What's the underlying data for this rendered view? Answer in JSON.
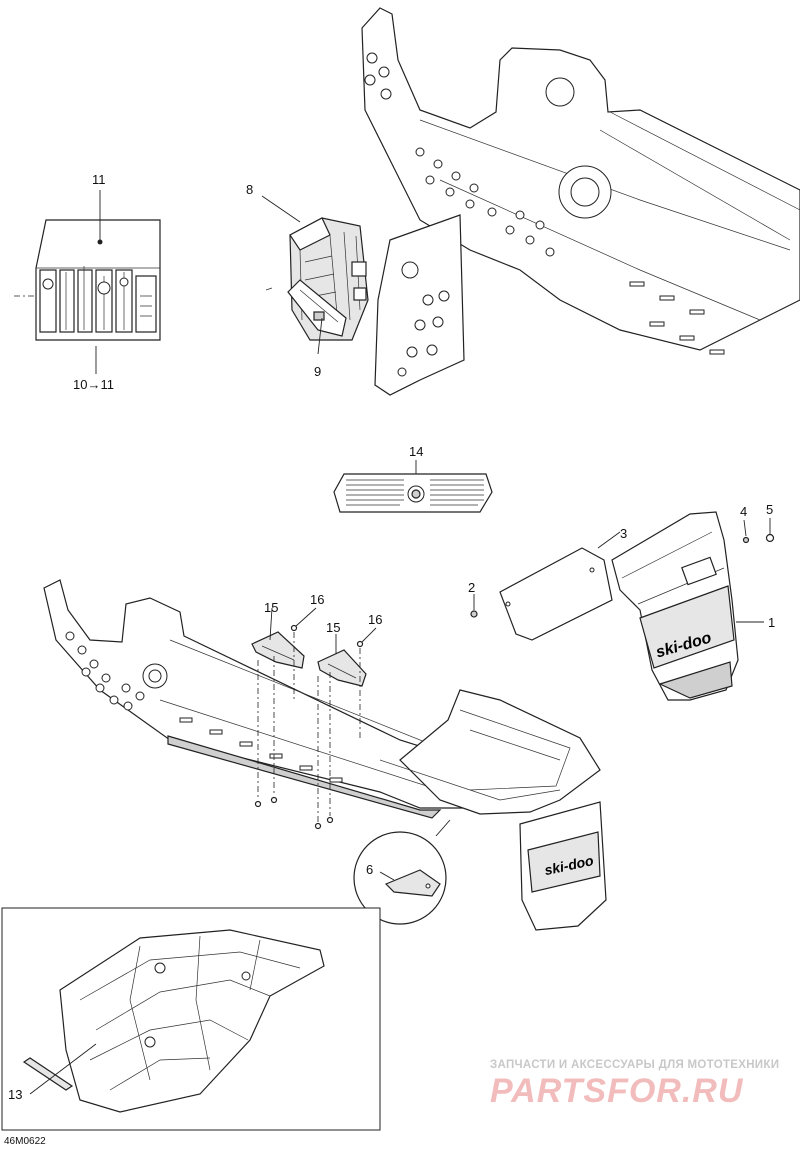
{
  "diagram_code": "46M0622",
  "watermark": {
    "tagline": "ЗАПЧАСТИ И АКСЕССУАРЫ ДЛЯ МОТОТЕХНИКИ",
    "brand": "PARTSFOR.RU"
  },
  "callouts": [
    {
      "id": "c1",
      "label": "1"
    },
    {
      "id": "c2",
      "label": "2"
    },
    {
      "id": "c3",
      "label": "3"
    },
    {
      "id": "c4",
      "label": "4"
    },
    {
      "id": "c5",
      "label": "5"
    },
    {
      "id": "c6",
      "label": "6"
    },
    {
      "id": "c8",
      "label": "8"
    },
    {
      "id": "c9",
      "label": "9"
    },
    {
      "id": "c10",
      "label": "10→11"
    },
    {
      "id": "c11",
      "label": "11"
    },
    {
      "id": "c13",
      "label": "13"
    },
    {
      "id": "c14",
      "label": "14"
    },
    {
      "id": "c15a",
      "label": "15"
    },
    {
      "id": "c15b",
      "label": "15"
    },
    {
      "id": "c16a",
      "label": "16"
    },
    {
      "id": "c16b",
      "label": "16"
    }
  ],
  "flap_logo": "ski-doo",
  "colors": {
    "line": "#222222",
    "watermark_brand": "#f2bcbc",
    "watermark_tagline": "#c8c8c8"
  }
}
